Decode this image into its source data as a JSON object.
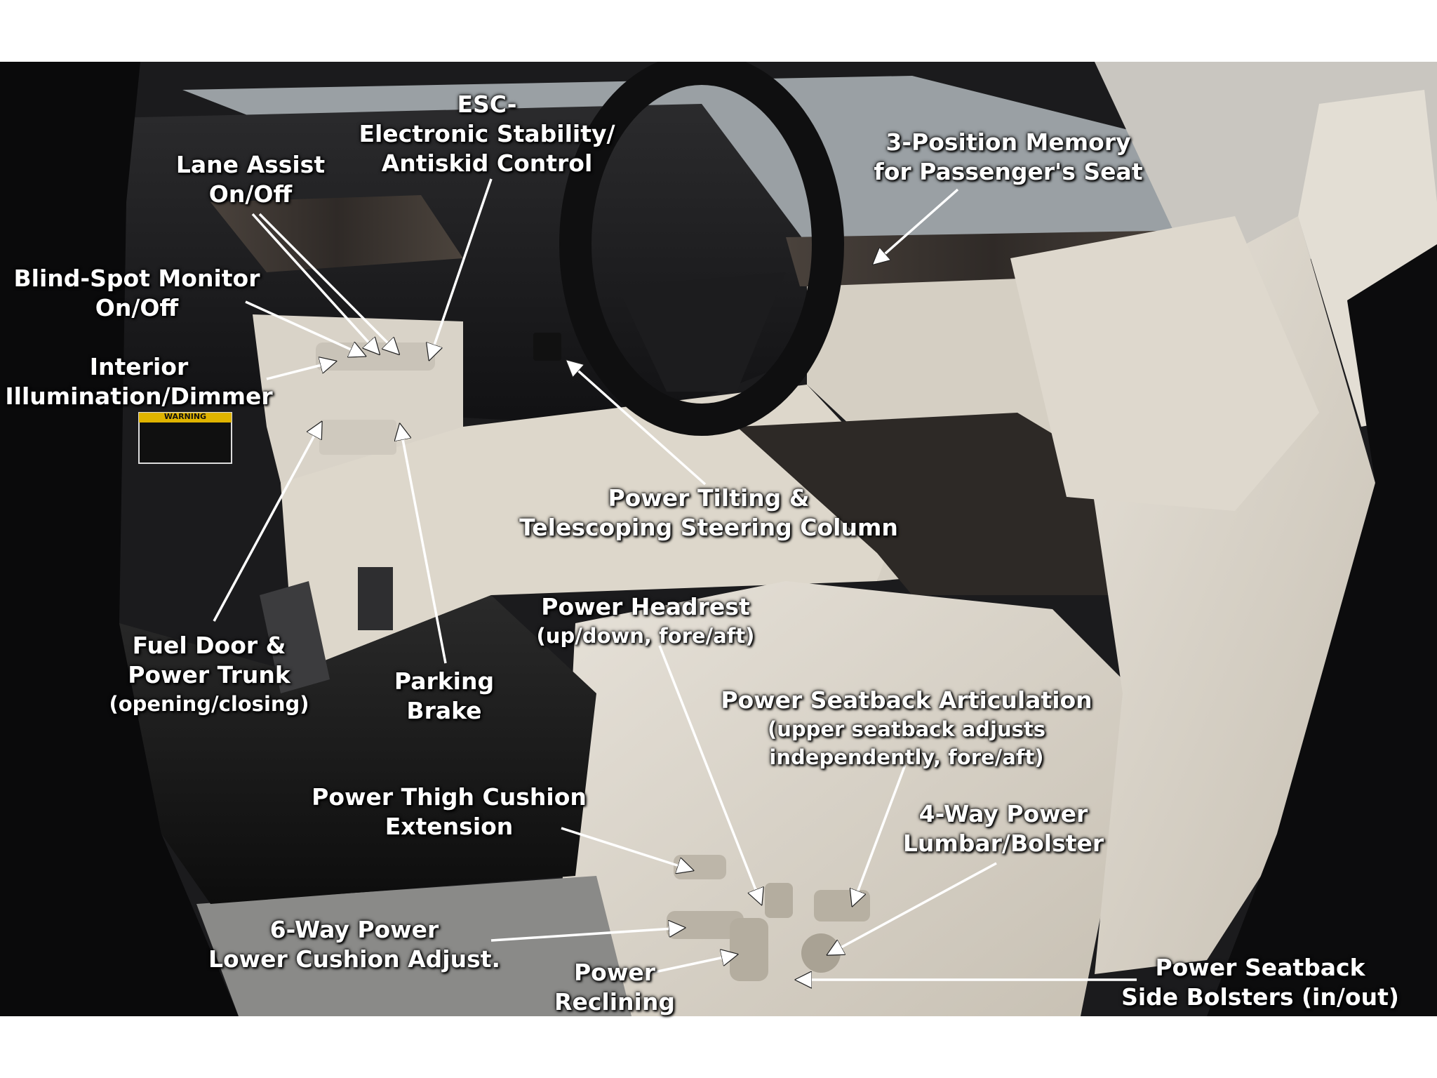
{
  "image": {
    "description_subject": "luxury sedan front interior with power seat and dashboard controls",
    "colors": {
      "interior": "#d8d2c6",
      "trim_wood": "#3b3531",
      "dash": "#1a1a1c",
      "background": "#ffffff"
    }
  },
  "warning_label": {
    "title": "WARNING"
  },
  "callouts": [
    {
      "id": "esc",
      "lines": [
        "ESC-",
        "Electronic Stability/",
        "Antiskid Control"
      ]
    },
    {
      "id": "lane",
      "lines": [
        "Lane Assist",
        "On/Off"
      ]
    },
    {
      "id": "memory",
      "lines": [
        "3-Position Memory",
        "for Passenger's Seat"
      ]
    },
    {
      "id": "blind",
      "lines": [
        "Blind-Spot Monitor",
        "On/Off"
      ]
    },
    {
      "id": "interior",
      "lines": [
        "Interior",
        "Illumination/Dimmer"
      ]
    },
    {
      "id": "tilt",
      "lines": [
        "Power Tilting &",
        "Telescoping Steering Column"
      ]
    },
    {
      "id": "headrest",
      "lines": [
        "Power Headrest"
      ],
      "small": [
        "(up/down, fore/aft)"
      ]
    },
    {
      "id": "fuel",
      "lines": [
        "Fuel Door &",
        "Power Trunk"
      ],
      "small": [
        "(opening/closing)"
      ]
    },
    {
      "id": "parking",
      "lines": [
        "Parking",
        "Brake"
      ]
    },
    {
      "id": "seatback",
      "lines": [
        "Power Seatback Articulation"
      ],
      "small": [
        "(upper seatback adjusts",
        "independently, fore/aft)"
      ]
    },
    {
      "id": "thigh",
      "lines": [
        "Power Thigh Cushion",
        "Extension"
      ]
    },
    {
      "id": "lumbar",
      "lines": [
        "4-Way Power",
        "Lumbar/Bolster"
      ]
    },
    {
      "id": "lower",
      "lines": [
        "6-Way Power",
        "Lower Cushion Adjust."
      ]
    },
    {
      "id": "reclining",
      "lines": [
        "Power",
        "Reclining"
      ]
    },
    {
      "id": "bolsters",
      "lines": [
        "Power Seatback",
        "Side Bolsters (in/out)"
      ]
    }
  ]
}
